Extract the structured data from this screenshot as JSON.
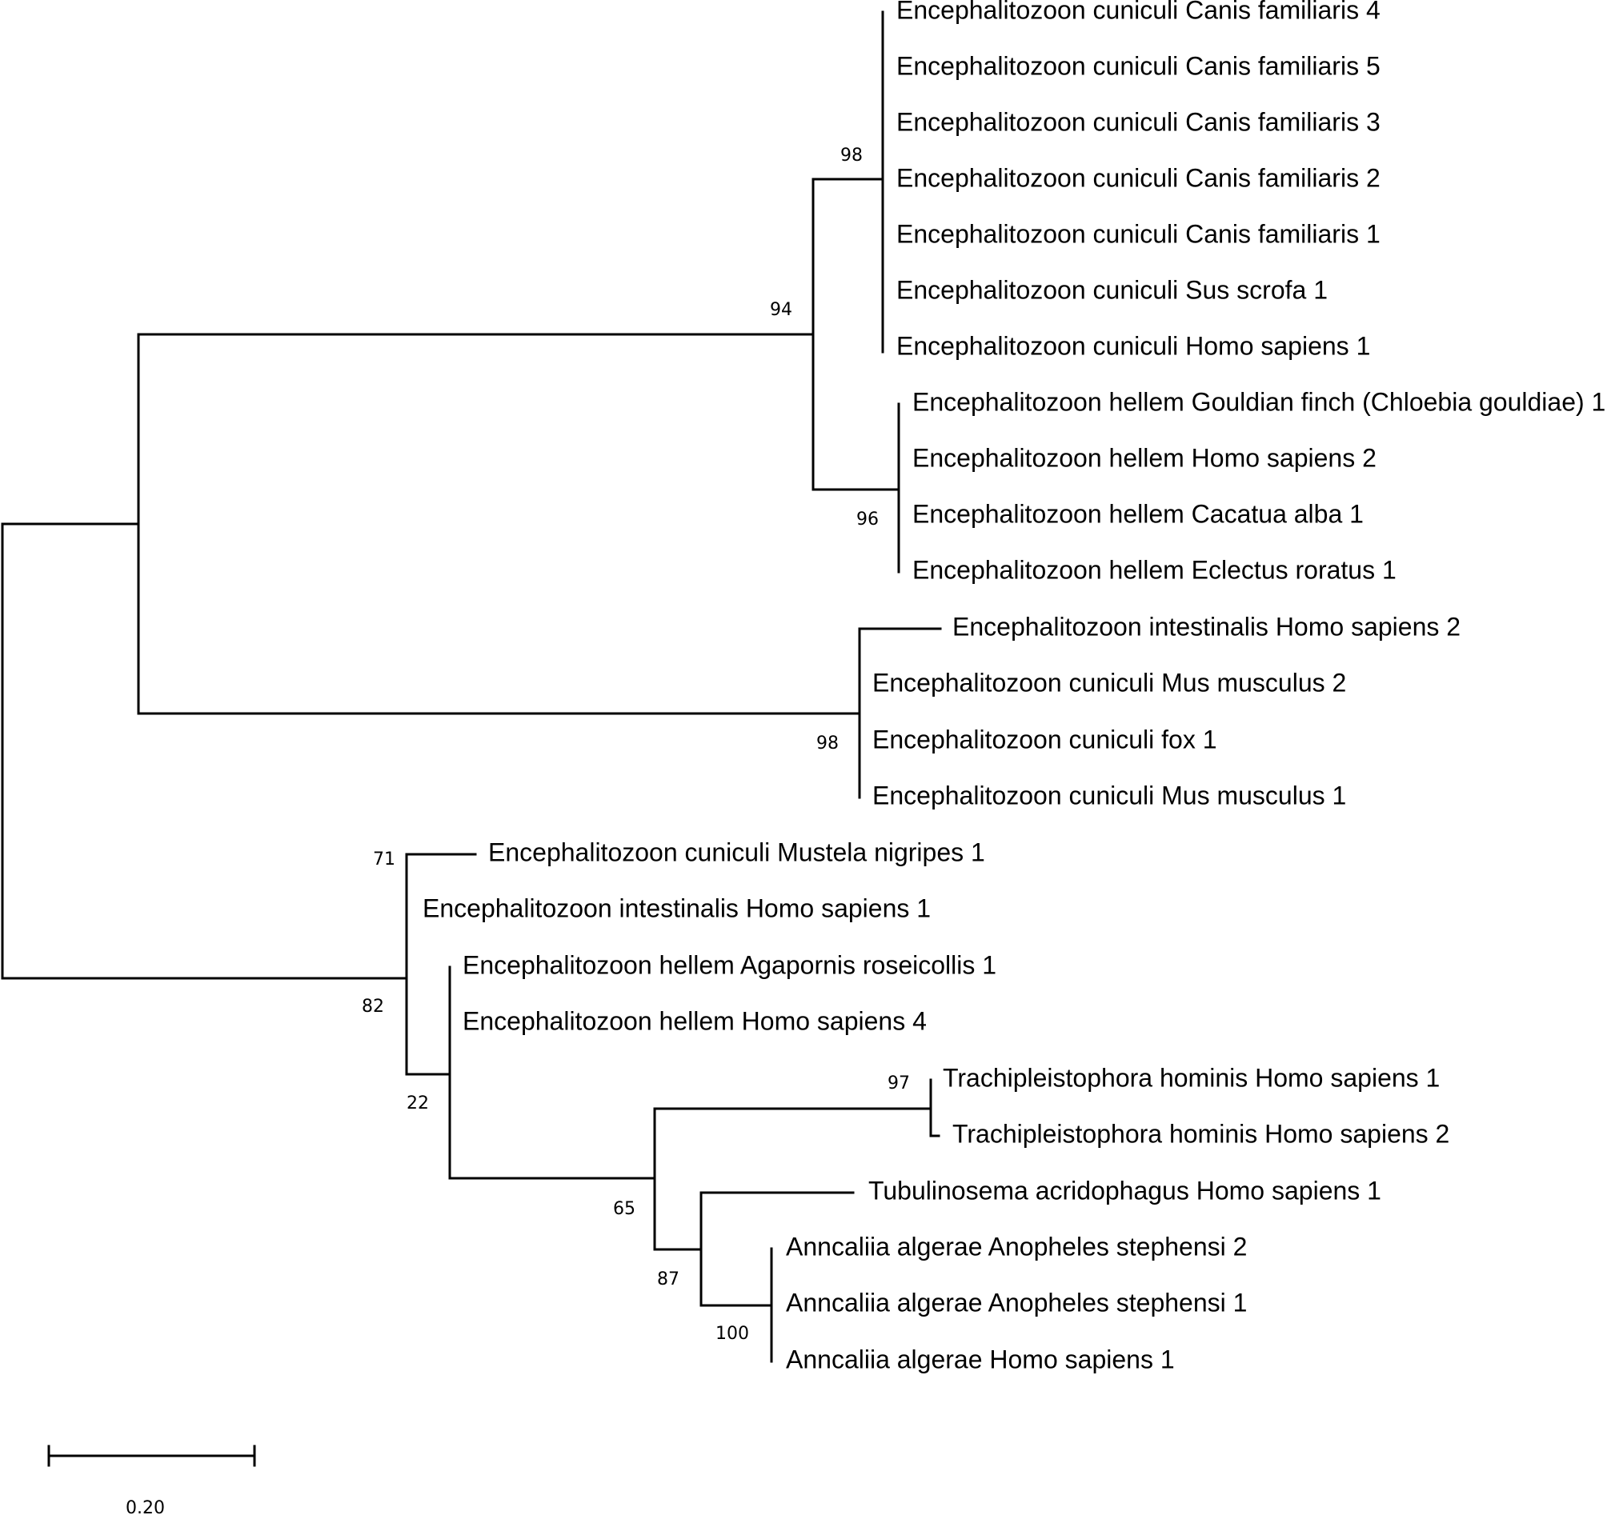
{
  "tree": {
    "taxa": [
      "Encephalitozoon cuniculi Canis familiaris 4",
      "Encephalitozoon cuniculi Canis familiaris 5",
      "Encephalitozoon cuniculi Canis familiaris 3",
      "Encephalitozoon cuniculi Canis familiaris 2",
      "Encephalitozoon cuniculi Canis familiaris 1",
      "Encephalitozoon cuniculi Sus scrofa 1",
      "Encephalitozoon cuniculi Homo sapiens 1",
      "Encephalitozoon hellem Gouldian finch (Chloebia gouldiae) 1",
      "Encephalitozoon hellem Homo sapiens 2",
      "Encephalitozoon hellem Cacatua alba 1",
      "Encephalitozoon hellem Eclectus roratus 1",
      "Encephalitozoon intestinalis Homo sapiens 2",
      "Encephalitozoon cuniculi Mus musculus 2",
      "Encephalitozoon cuniculi fox 1",
      "Encephalitozoon cuniculi Mus musculus 1",
      "Encephalitozoon cuniculi Mustela nigripes 1",
      "Encephalitozoon intestinalis Homo sapiens 1",
      "Encephalitozoon hellem Agapornis roseicollis 1",
      "Encephalitozoon hellem Homo sapiens 4",
      "Trachipleistophora hominis Homo sapiens 1",
      "Trachipleistophora hominis Homo sapiens 2",
      "Tubulinosema acridophagus Homo sapiens 1",
      "Anncaliia algerae Anopheles stephensi 2",
      "Anncaliia algerae Anopheles stephensi 1",
      "Anncaliia algerae Homo sapiens 1"
    ],
    "support_values": [
      "98",
      "94",
      "96",
      "98",
      "71",
      "82",
      "22",
      "97",
      "65",
      "87",
      "100"
    ],
    "scale_bar": {
      "label": "0.20",
      "length": 0.2
    }
  }
}
